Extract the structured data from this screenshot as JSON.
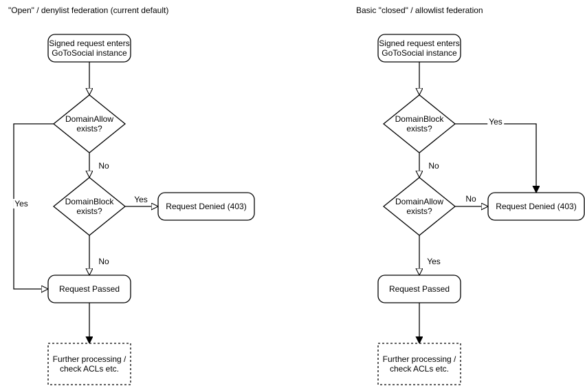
{
  "colors": {
    "stroke": "#000000",
    "shape_fill": "#ffffff",
    "text": "#000000",
    "background": "#ffffff"
  },
  "diagrams": [
    {
      "title": "\"Open\" / denylist federation (current default)",
      "nodes": {
        "start": "Signed request enters\nGoToSocial instance",
        "decision1": "DomainAllow\nexists?",
        "decision2": "DomainBlock\nexists?",
        "denied": "Request Denied (403)",
        "passed": "Request Passed",
        "further": "Further processing /\ncheck ACLs etc."
      },
      "edge_labels": {
        "decision1_yes": "Yes",
        "decision1_no": "No",
        "decision2_yes": "Yes",
        "decision2_no": "No"
      }
    },
    {
      "title": "Basic \"closed\" / allowlist federation",
      "nodes": {
        "start": "Signed request enters\nGoToSocial instance",
        "decision1": "DomainBlock\nexists?",
        "decision2": "DomainAllow\nexists?",
        "denied": "Request Denied (403)",
        "passed": "Request Passed",
        "further": "Further processing /\ncheck ACLs etc."
      },
      "edge_labels": {
        "decision1_yes": "Yes",
        "decision1_no": "No",
        "decision2_no": "No",
        "decision2_yes": "Yes"
      }
    }
  ]
}
